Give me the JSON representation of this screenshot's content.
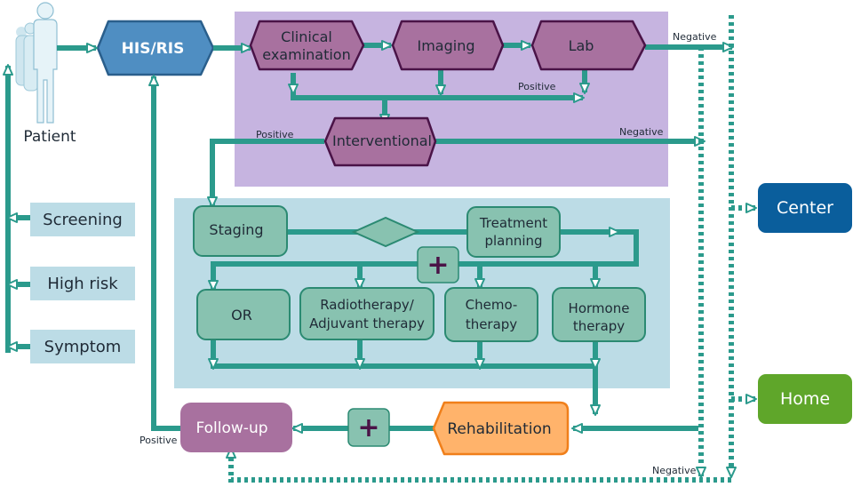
{
  "patient": {
    "label": "Patient"
  },
  "his_ris": {
    "label": "HIS/RIS"
  },
  "diagnosis": {
    "clinical_line1": "Clinical",
    "clinical_line2": "examination",
    "imaging": "Imaging",
    "lab": "Lab",
    "interventional": "Interventional",
    "positive_lab": "Positive",
    "positive_interventional": "Positive",
    "negative_lab": "Negative",
    "negative_interventional": "Negative"
  },
  "treatment": {
    "staging": "Staging",
    "planning_line1": "Treatment",
    "planning_line2": "planning",
    "plus": "+",
    "or": "OR",
    "radio_line1": "Radiotherapy/",
    "radio_line2": "Adjuvant therapy",
    "chemo_line1": "Chemo-",
    "chemo_line2": "therapy",
    "hormone_line1": "Hormone",
    "hormone_line2": "therapy"
  },
  "entry_points": [
    "Screening",
    "High risk",
    "Symptom"
  ],
  "aftercare": {
    "rehabilitation": "Rehabilitation",
    "plus": "+",
    "follow_up": "Follow-up",
    "positive": "Positive",
    "negative": "Negative"
  },
  "destinations": {
    "center": "Center",
    "home": "Home"
  },
  "colors": {
    "teal": "#2b9a8c",
    "purple_panel": "#c6b4e0",
    "purple_node": "#a8719f",
    "purple_border": "#4a1347",
    "blue_panel": "#bcdce6",
    "green_node": "#88c2b0",
    "green_border": "#2b8a72",
    "his_blue": "#4f8ec2",
    "orange": "#ffb36b",
    "center_blue": "#0a5e9c",
    "home_green": "#5fa62a"
  }
}
